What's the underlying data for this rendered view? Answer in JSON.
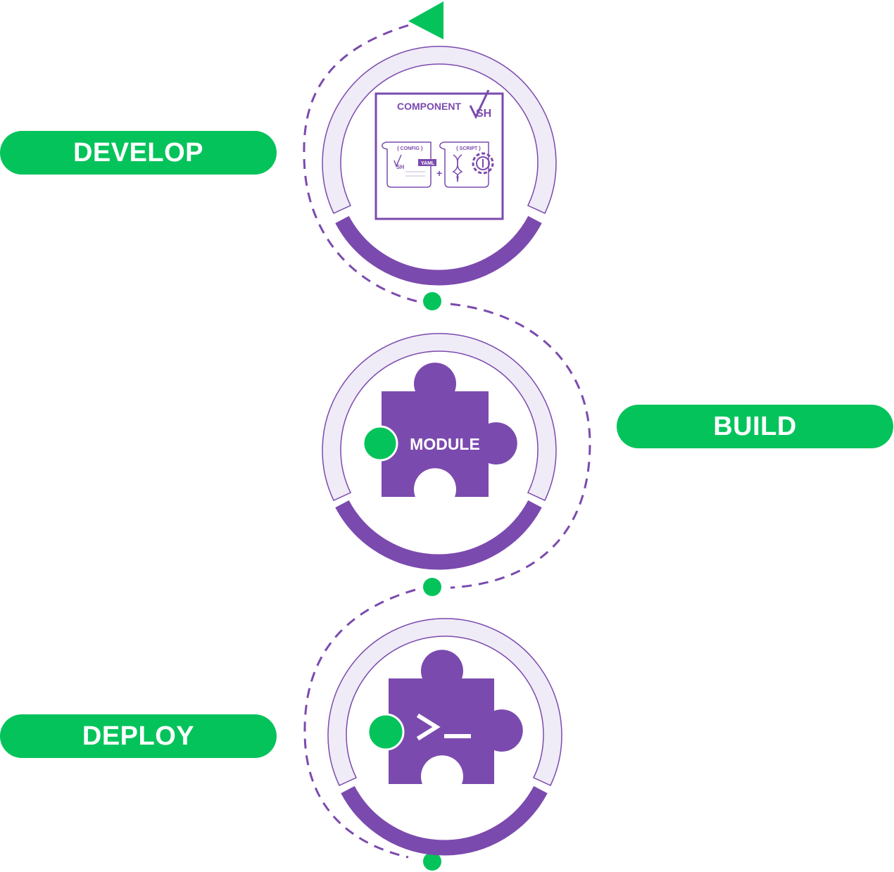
{
  "stages": {
    "develop": {
      "label": "DEVELOP"
    },
    "build": {
      "label": "BUILD"
    },
    "deploy": {
      "label": "DEPLOY"
    }
  },
  "develop_icon": {
    "component_label": "COMPONENT",
    "vsh_logo": "VSH",
    "config_label": "{ CONFIG }",
    "script_label": "{ SCRIPT }",
    "yaml_tag": "YAML",
    "plus_sign": "+"
  },
  "build_icon": {
    "module_label": "MODULE"
  },
  "deploy_icon": {
    "prompt_text": ">_"
  },
  "colors": {
    "green": "#05c35b",
    "purple": "#7b4aae",
    "ring_fill": "#efebf7",
    "white": "#ffffff"
  }
}
